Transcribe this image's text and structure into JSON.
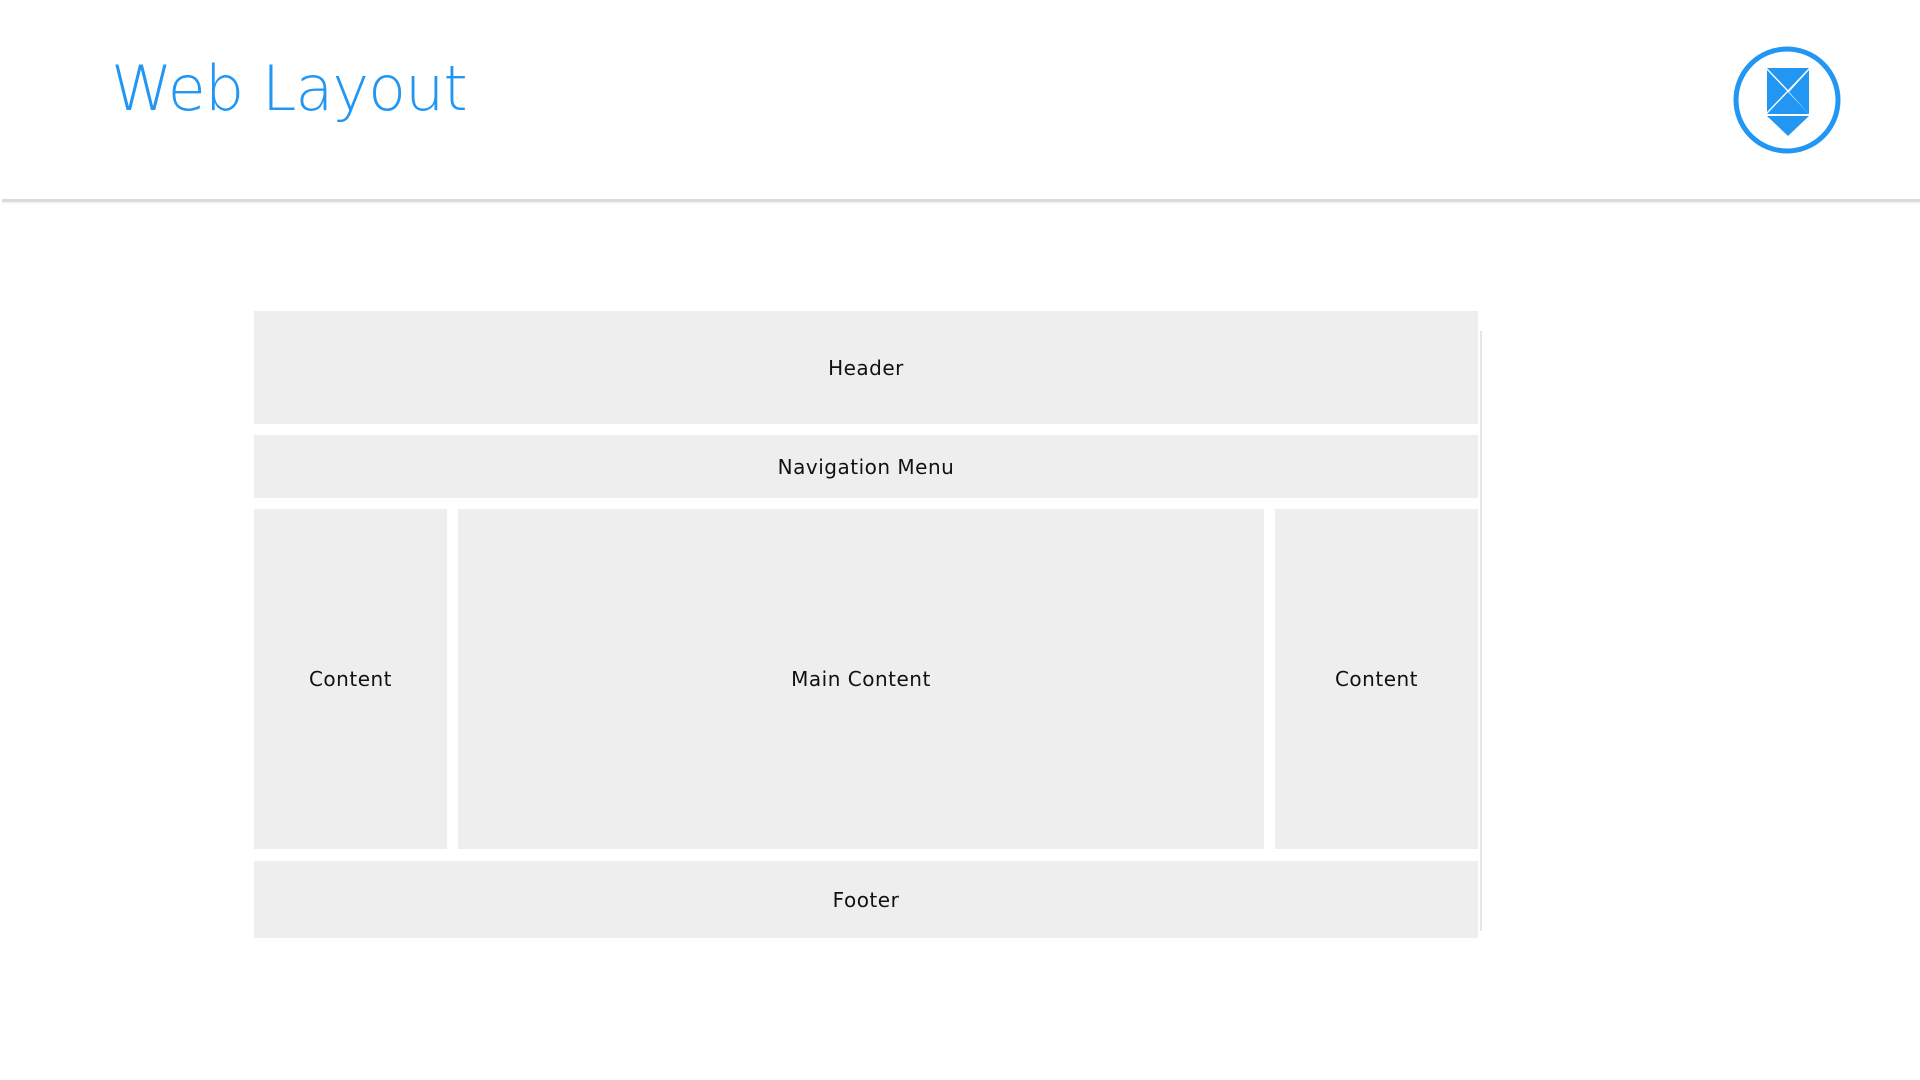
{
  "slide": {
    "title": "Web Layout"
  },
  "logo": {
    "icon": "triangles-logo-icon",
    "color": "#2196f3"
  },
  "layout": {
    "header": "Header",
    "navigation": "Navigation Menu",
    "left_content": "Content",
    "main_content": "Main Content",
    "right_content": "Content",
    "footer": "Footer"
  },
  "colors": {
    "accent": "#2196f3",
    "block": "#eeeeee",
    "text": "#111111"
  }
}
